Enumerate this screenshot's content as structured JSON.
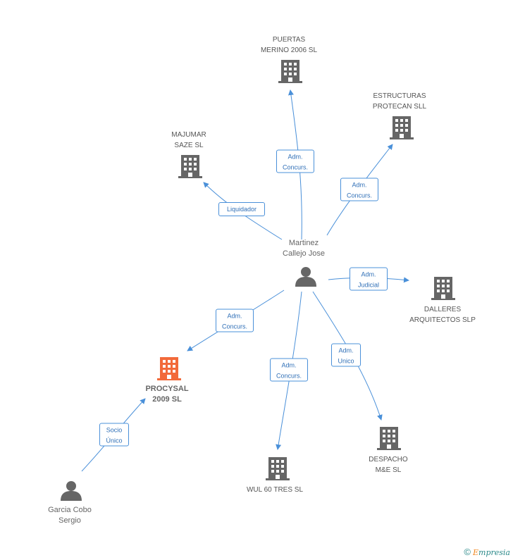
{
  "colors": {
    "edge": "#4a90d9",
    "building": "#666666",
    "building_main": "#f26a3a",
    "person": "#666666"
  },
  "nodes": {
    "puertas": {
      "line1": "PUERTAS",
      "line2": "MERINO 2006 SL",
      "icon": "building-icon"
    },
    "estructuras": {
      "line1": "ESTRUCTURAS",
      "line2": "PROTECAN SLL",
      "icon": "building-icon"
    },
    "majumar": {
      "line1": "MAJUMAR",
      "line2": "SAZE SL",
      "icon": "building-icon"
    },
    "martinez": {
      "line1": "Martinez",
      "line2": "Callejo Jose",
      "icon": "person-icon"
    },
    "dalleres": {
      "line1": "DALLERES",
      "line2": "ARQUITECTOS SLP",
      "icon": "building-icon"
    },
    "procysal": {
      "line1": "PROCYSAL",
      "line2": "2009 SL",
      "icon": "building-icon"
    },
    "wul": {
      "line1": "WUL 60 TRES SL",
      "icon": "building-icon"
    },
    "despacho": {
      "line1": "DESPACHO",
      "line2": "M&E  SL",
      "icon": "building-icon"
    },
    "garcia": {
      "line1": "Garcia Cobo",
      "line2": "Sergio",
      "icon": "person-icon"
    }
  },
  "edges": {
    "to_puertas": {
      "line1": "Adm.",
      "line2": "Concurs."
    },
    "to_estructuras": {
      "line1": "Adm.",
      "line2": "Concurs."
    },
    "to_majumar": {
      "line1": "Liquidador"
    },
    "to_dalleres": {
      "line1": "Adm.",
      "line2": "Judicial"
    },
    "to_procysal": {
      "line1": "Adm.",
      "line2": "Concurs."
    },
    "to_wul": {
      "line1": "Adm.",
      "line2": "Concurs."
    },
    "to_despacho": {
      "line1": "Adm.",
      "line2": "Unico"
    },
    "garcia_procysal": {
      "line1": "Socio",
      "line2": "Único"
    }
  },
  "footer": {
    "copyright": "©",
    "brand_first": "E",
    "brand_rest": "mpresia"
  }
}
